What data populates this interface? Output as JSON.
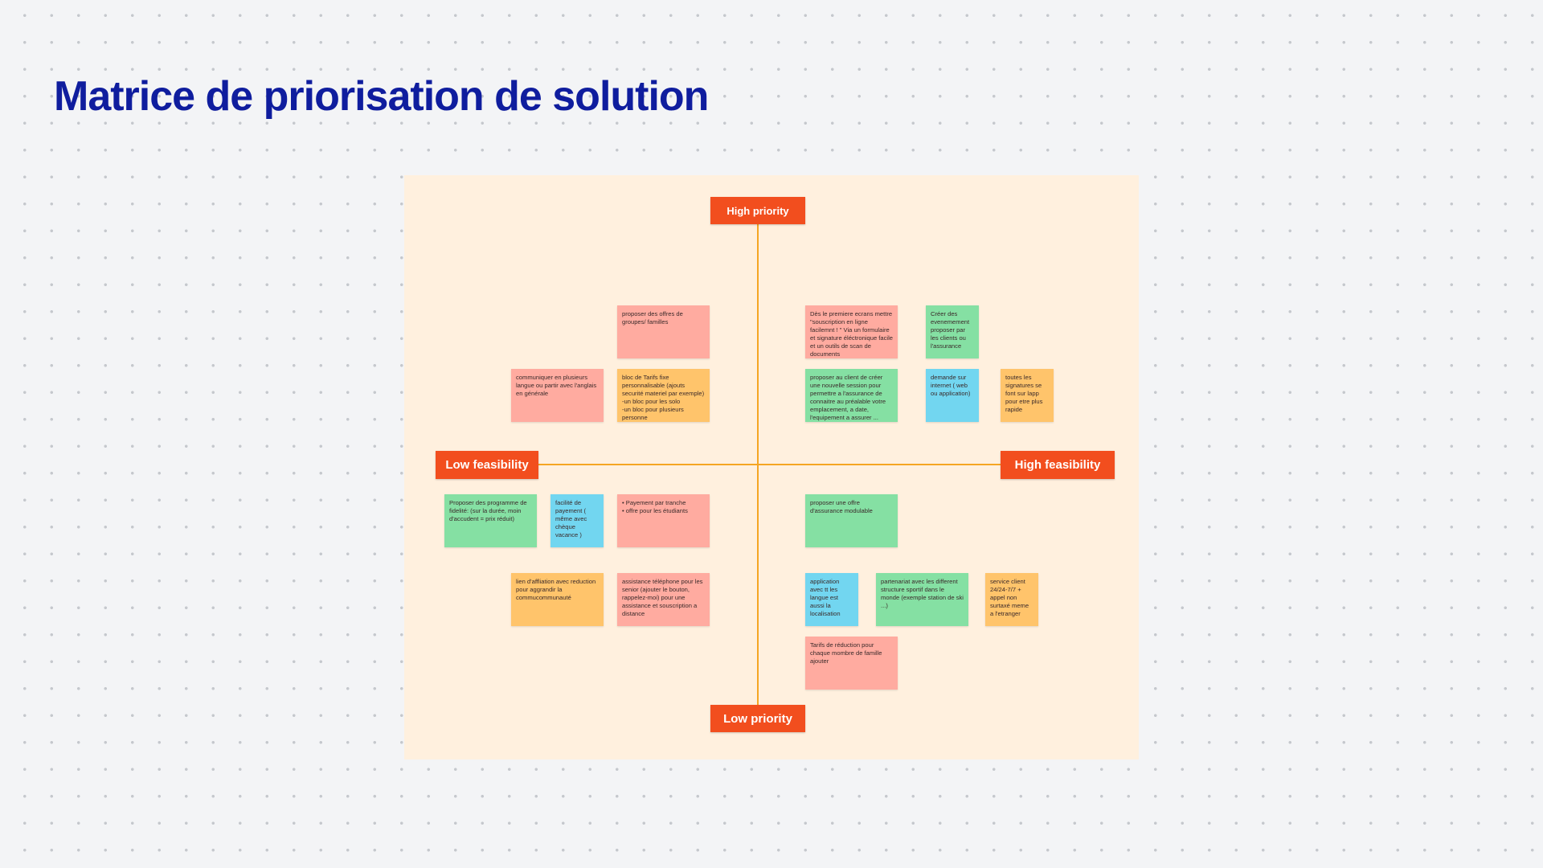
{
  "title": "Matrice de priorisation de solution",
  "axes": {
    "high_priority": "High priority",
    "low_priority": "Low priority",
    "low_feasibility": "Low feasibility",
    "high_feasibility": "High feasibility"
  },
  "colors": {
    "pink": "#ffaba0",
    "orange": "#ffc46b",
    "green": "#85e0a3",
    "blue": "#72d6f0",
    "label": "#f24e1e",
    "axis": "#f5a623",
    "title": "#0f1d9e"
  },
  "notes": [
    "proposer des offres de groupes/ familles",
    "communiquer en plusieurs langue ou partir avec l'anglais en générale",
    "bloc de Tarifs fixe personnalisable (ajouts securité materiel par exemple)\n-un bloc pour les solo\n-un bloc pour plusieurs personne",
    "Dès le premiere ecrans mettre \"souscription en ligne facilemnt ! \" Via un formulaire et signature éléctronique facile et un outils de scan de documents",
    "Créer des evenemement proposer par les clients ou l'assurance",
    "proposer au client de créer une nouvelle session pour permettre a l'assurance de connaitre au préalable votre emplacement, a date, l'equipement a assurer ...",
    "demande sur internet ( web ou application)",
    "toutes les signatures se font sur lapp pour etre plus rapide",
    "Proposer des programme de fidelité: (sur la durée, moin d'accudent = prix réduit)",
    "facilité de payement ( même avec chèque vacance )",
    "•  Payement par tranche\n•  offre pour les étudiants",
    "proposer une offre d'assurance modulable",
    "lien d'affliation avec reduction pour aggrandir la commucommunauté",
    "assistance téléphone pour les senior (ajouter le bouton, rappelez-moi) pour une assistance et souscription a distance",
    "application avec tt les langue est aussi la localisation",
    "partenariat avec les different structure sportif dans le monde (exemple station de ski ...)",
    "service client 24/24-7/7 + appel non surtaxé meme a l'etranger",
    "Tarifs de réduction pour chaque mombre de famille ajouter"
  ]
}
